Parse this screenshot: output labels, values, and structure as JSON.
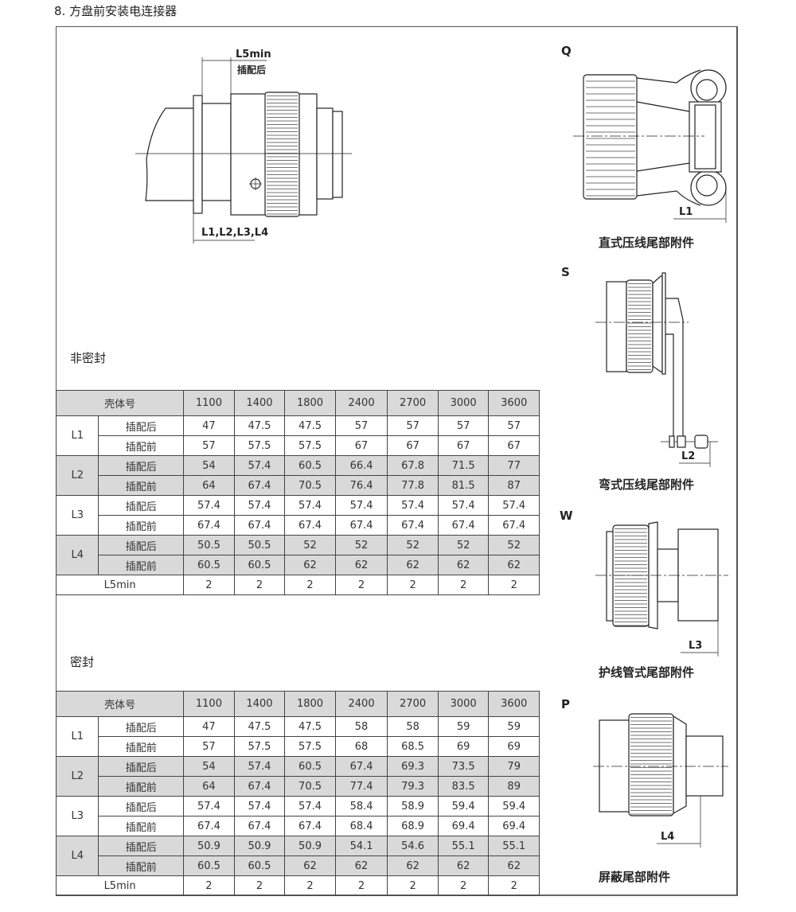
{
  "title": "8.   方盘前安装电连接器",
  "main_drawing": {
    "l5_label": "L5min",
    "l5_note": "插配后",
    "l_label": "L1,L2,L3,L4"
  },
  "sections": {
    "unsealed": "非密封",
    "sealed": "密封"
  },
  "tables": [
    {
      "header": [
        "壳体号",
        "1100",
        "1400",
        "1800",
        "2400",
        "2700",
        "3000",
        "3600"
      ],
      "groups": [
        {
          "name": "L1",
          "rows": [
            {
              "label": "插配后",
              "values": [
                "47",
                "47.5",
                "47.5",
                "57",
                "57",
                "57",
                "57"
              ]
            },
            {
              "label": "插配前",
              "values": [
                "57",
                "57.5",
                "57.5",
                "67",
                "67",
                "67",
                "67"
              ]
            }
          ]
        },
        {
          "name": "L2",
          "rows": [
            {
              "label": "插配后",
              "values": [
                "54",
                "57.4",
                "60.5",
                "66.4",
                "67.8",
                "71.5",
                "77"
              ]
            },
            {
              "label": "插配前",
              "values": [
                "64",
                "67.4",
                "70.5",
                "76.4",
                "77.8",
                "81.5",
                "87"
              ]
            }
          ]
        },
        {
          "name": "L3",
          "rows": [
            {
              "label": "插配后",
              "values": [
                "57.4",
                "57.4",
                "57.4",
                "57.4",
                "57.4",
                "57.4",
                "57.4"
              ]
            },
            {
              "label": "插配前",
              "values": [
                "67.4",
                "67.4",
                "67.4",
                "67.4",
                "67.4",
                "67.4",
                "67.4"
              ]
            }
          ]
        },
        {
          "name": "L4",
          "rows": [
            {
              "label": "插配后",
              "values": [
                "50.5",
                "50.5",
                "52",
                "52",
                "52",
                "52",
                "52"
              ]
            },
            {
              "label": "插配前",
              "values": [
                "60.5",
                "60.5",
                "62",
                "62",
                "62",
                "62",
                "62"
              ]
            }
          ]
        }
      ],
      "footer": {
        "label": "L5min",
        "values": [
          "2",
          "2",
          "2",
          "2",
          "2",
          "2",
          "2"
        ]
      }
    },
    {
      "header": [
        "壳体号",
        "1100",
        "1400",
        "1800",
        "2400",
        "2700",
        "3000",
        "3600"
      ],
      "groups": [
        {
          "name": "L1",
          "rows": [
            {
              "label": "插配后",
              "values": [
                "47",
                "47.5",
                "47.5",
                "58",
                "58",
                "59",
                "59"
              ]
            },
            {
              "label": "插配前",
              "values": [
                "57",
                "57.5",
                "57.5",
                "68",
                "68.5",
                "69",
                "69"
              ]
            }
          ]
        },
        {
          "name": "L2",
          "rows": [
            {
              "label": "插配后",
              "values": [
                "54",
                "57.4",
                "60.5",
                "67.4",
                "69.3",
                "73.5",
                "79"
              ]
            },
            {
              "label": "插配前",
              "values": [
                "64",
                "67.4",
                "70.5",
                "77.4",
                "79.3",
                "83.5",
                "89"
              ]
            }
          ]
        },
        {
          "name": "L3",
          "rows": [
            {
              "label": "插配后",
              "values": [
                "57.4",
                "57.4",
                "57.4",
                "58.4",
                "58.9",
                "59.4",
                "59.4"
              ]
            },
            {
              "label": "插配前",
              "values": [
                "67.4",
                "67.4",
                "67.4",
                "68.4",
                "68.9",
                "69.4",
                "69.4"
              ]
            }
          ]
        },
        {
          "name": "L4",
          "rows": [
            {
              "label": "插配后",
              "values": [
                "50.9",
                "50.9",
                "50.9",
                "54.1",
                "54.6",
                "55.1",
                "55.1"
              ]
            },
            {
              "label": "插配前",
              "values": [
                "60.5",
                "60.5",
                "62",
                "62",
                "62",
                "62",
                "62"
              ]
            }
          ]
        }
      ],
      "footer": {
        "label": "L5min",
        "values": [
          "2",
          "2",
          "2",
          "2",
          "2",
          "2",
          "2"
        ]
      }
    }
  ],
  "accessories": [
    {
      "letter": "Q",
      "dim": "L1",
      "caption": "直式压线尾部附件"
    },
    {
      "letter": "S",
      "dim": "L2",
      "caption": "弯式压线尾部附件"
    },
    {
      "letter": "W",
      "dim": "L3",
      "caption": "护线管式尾部附件"
    },
    {
      "letter": "P",
      "dim": "L4",
      "caption": "屏蔽尾部附件"
    }
  ]
}
